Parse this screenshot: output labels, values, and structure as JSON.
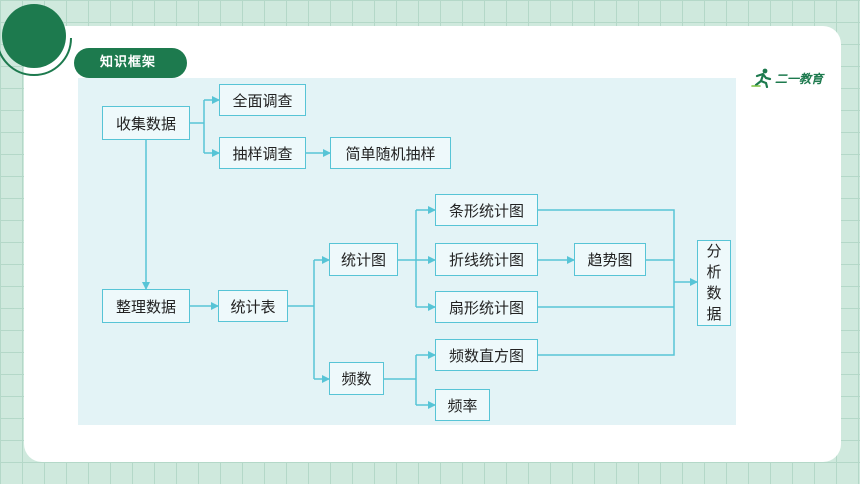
{
  "header": {
    "title": "知识框架"
  },
  "logo": {
    "text": "二一教育"
  },
  "diagram": {
    "nodes": {
      "collect": "收集数据",
      "census": "全面调查",
      "sample": "抽样调查",
      "random_sample": "简单随机抽样",
      "organize": "整理数据",
      "stat_table": "统计表",
      "stat_chart": "统计图",
      "bar_chart": "条形统计图",
      "line_chart": "折线统计图",
      "pie_chart": "扇形统计图",
      "trend_chart": "趋势图",
      "frequency": "频数",
      "histogram": "频数直方图",
      "rate": "频率",
      "analyze": [
        "分",
        "析",
        "数",
        "据"
      ]
    }
  },
  "colors": {
    "accent": "#1d7a4e",
    "line": "#57c4d6",
    "diagram_bg": "#e3f3f6"
  }
}
